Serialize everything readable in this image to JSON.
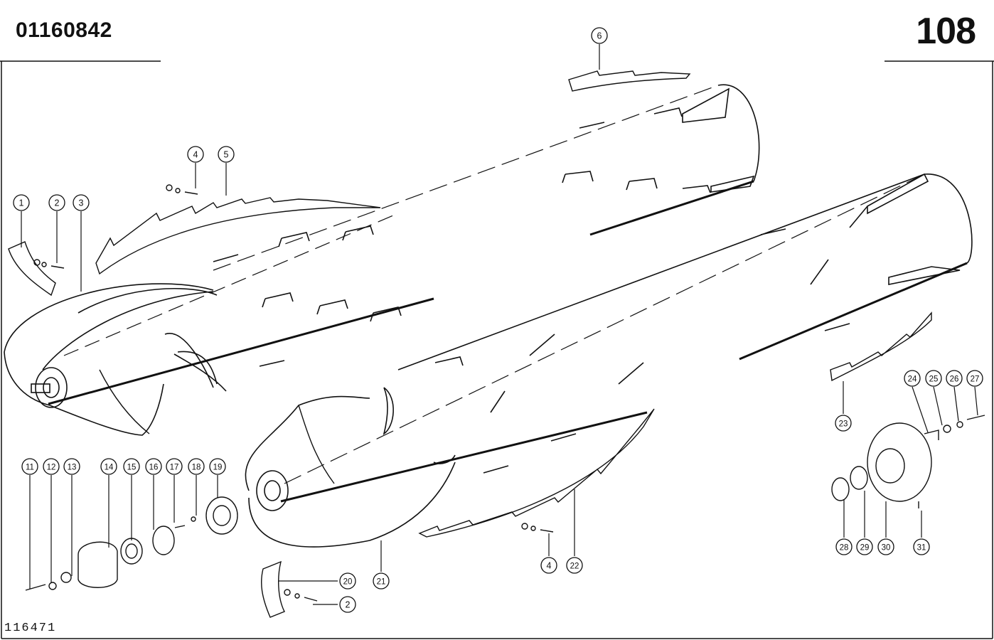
{
  "header": {
    "doc_number": "01160842",
    "page_number": "108"
  },
  "footer": {
    "figure_id": "116471"
  },
  "callouts": [
    {
      "id": "c1",
      "label": "1"
    },
    {
      "id": "c2a",
      "label": "2"
    },
    {
      "id": "c3",
      "label": "3"
    },
    {
      "id": "c4a",
      "label": "4"
    },
    {
      "id": "c5",
      "label": "5"
    },
    {
      "id": "c6",
      "label": "6"
    },
    {
      "id": "c11",
      "label": "11"
    },
    {
      "id": "c12",
      "label": "12"
    },
    {
      "id": "c13",
      "label": "13"
    },
    {
      "id": "c14",
      "label": "14"
    },
    {
      "id": "c15",
      "label": "15"
    },
    {
      "id": "c16",
      "label": "16"
    },
    {
      "id": "c17",
      "label": "17"
    },
    {
      "id": "c18",
      "label": "18"
    },
    {
      "id": "c19",
      "label": "19"
    },
    {
      "id": "c20",
      "label": "20"
    },
    {
      "id": "c2b",
      "label": "2"
    },
    {
      "id": "c21",
      "label": "21"
    },
    {
      "id": "c22",
      "label": "22"
    },
    {
      "id": "c4b",
      "label": "4"
    },
    {
      "id": "c23",
      "label": "23"
    },
    {
      "id": "c24",
      "label": "24"
    },
    {
      "id": "c25",
      "label": "25"
    },
    {
      "id": "c26",
      "label": "26"
    },
    {
      "id": "c27",
      "label": "27"
    },
    {
      "id": "c28",
      "label": "28"
    },
    {
      "id": "c29",
      "label": "29"
    },
    {
      "id": "c30",
      "label": "30"
    },
    {
      "id": "c31",
      "label": "31"
    }
  ]
}
